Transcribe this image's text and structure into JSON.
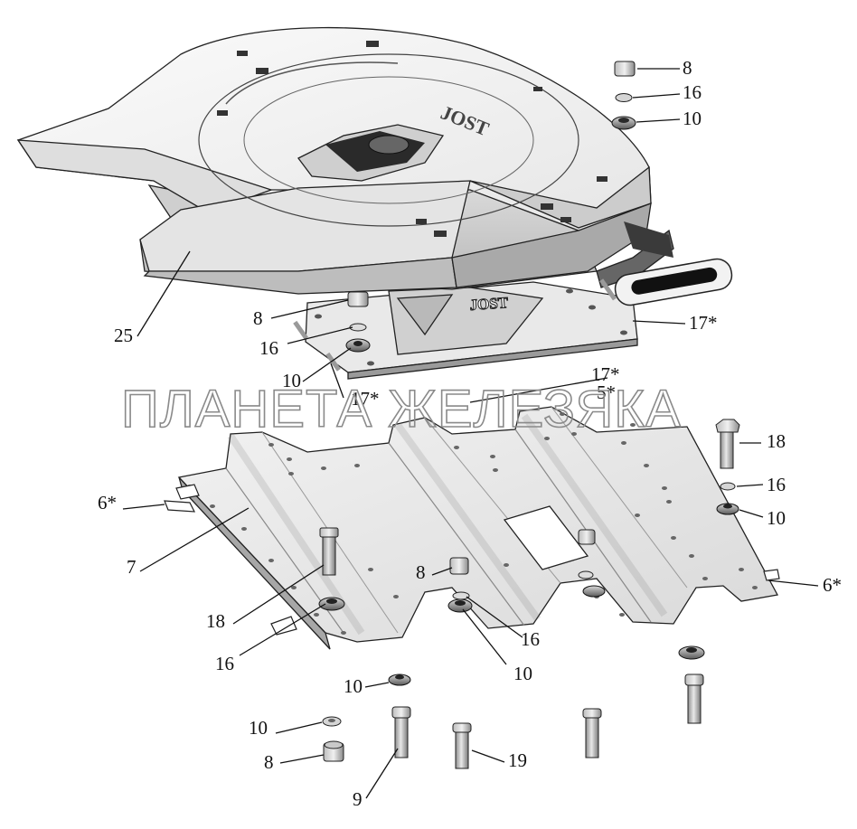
{
  "watermark": "ПЛАНЕТА ЖЕЛЕЗЯКА",
  "logo_text": "JOST",
  "callouts": [
    {
      "id": "c8a",
      "text": "8"
    },
    {
      "id": "c16a",
      "text": "16"
    },
    {
      "id": "c10a",
      "text": "10"
    },
    {
      "id": "c25",
      "text": "25"
    },
    {
      "id": "c8b",
      "text": "8"
    },
    {
      "id": "c16b",
      "text": "16"
    },
    {
      "id": "c10b",
      "text": "10"
    },
    {
      "id": "c17a",
      "text": "17*"
    },
    {
      "id": "c17b",
      "text": "17*"
    },
    {
      "id": "c17c",
      "text": "17*"
    },
    {
      "id": "c5",
      "text": "5*"
    },
    {
      "id": "c18a",
      "text": "18"
    },
    {
      "id": "c16c",
      "text": "16"
    },
    {
      "id": "c10c",
      "text": "10"
    },
    {
      "id": "c6a",
      "text": "6*"
    },
    {
      "id": "c7",
      "text": "7"
    },
    {
      "id": "c8c",
      "text": "8"
    },
    {
      "id": "c18b",
      "text": "18"
    },
    {
      "id": "c16d",
      "text": "16"
    },
    {
      "id": "c16e",
      "text": "16"
    },
    {
      "id": "c10d",
      "text": "10"
    },
    {
      "id": "c6b",
      "text": "6*"
    },
    {
      "id": "c10e",
      "text": "10"
    },
    {
      "id": "c10f",
      "text": "10"
    },
    {
      "id": "c8d",
      "text": "8"
    },
    {
      "id": "c19",
      "text": "19"
    },
    {
      "id": "c9",
      "text": "9"
    }
  ]
}
